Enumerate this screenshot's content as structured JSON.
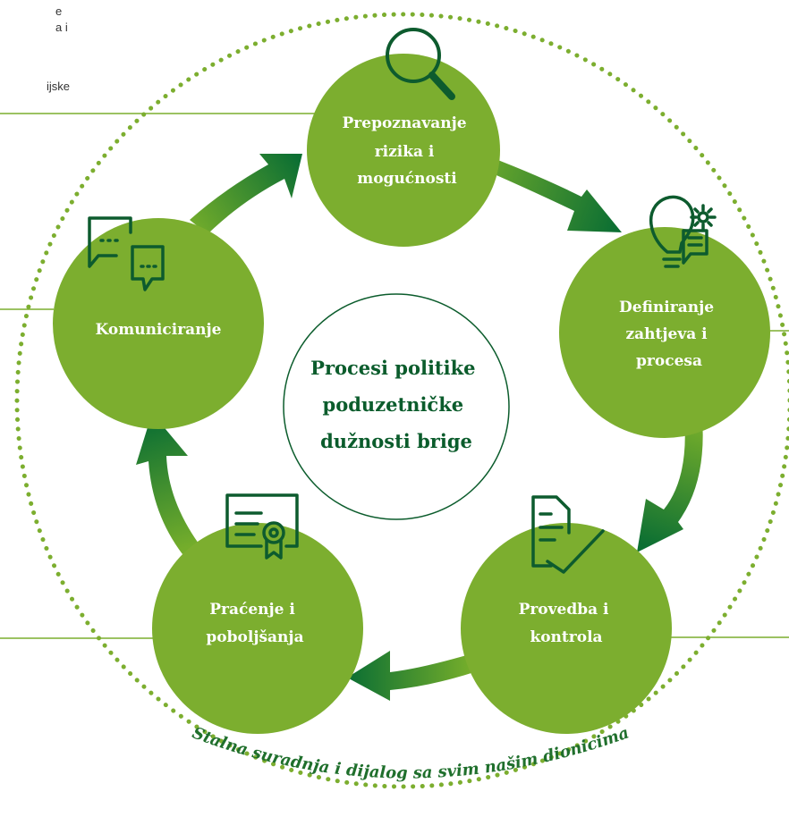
{
  "corner_fragments": [
    "e",
    "a i",
    "ijske"
  ],
  "center": {
    "title_lines": [
      "Procesi politike",
      "poduzetničke",
      "dužnosti brige"
    ]
  },
  "stages": [
    {
      "icon": "magnifier-icon",
      "lines": [
        "Prepoznavanje",
        "rizika i",
        "mogućnosti"
      ]
    },
    {
      "icon": "lightbulb-settings-icon",
      "lines": [
        "Definiranje",
        "zahtjeva i",
        "procesa"
      ]
    },
    {
      "icon": "checked-document-icon",
      "lines": [
        "Provedba i",
        "kontrola"
      ]
    },
    {
      "icon": "certificate-icon",
      "lines": [
        "Praćenje i",
        "poboljšanja"
      ]
    },
    {
      "icon": "chat-bubbles-icon",
      "lines": [
        "Komuniciranje"
      ]
    }
  ],
  "rim_text": "Stalna suradnja i dijalog sa svim našim dionicima",
  "colors": {
    "circle_fill": "#7cae2f",
    "arrow_dark": "#0c6f33",
    "arrow_light": "#74ad2b",
    "icon_stroke": "#0d5b2e",
    "center_text": "#0b5c2c",
    "dotted_ring": "#7cae2f",
    "side_lines": "#7cae2f"
  }
}
